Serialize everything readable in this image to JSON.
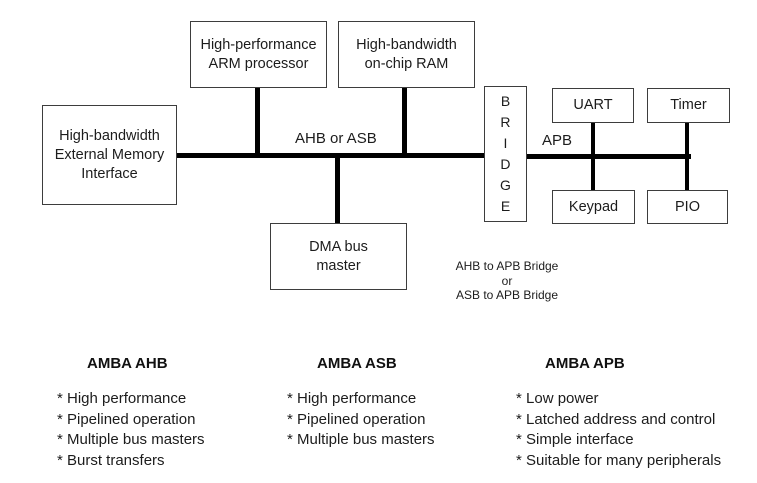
{
  "diagram": {
    "boxes": {
      "arm": "High-performance\nARM processor",
      "ram": "High-bandwidth\non-chip RAM",
      "memory": "High-bandwidth\nExternal Memory\nInterface",
      "dma": "DMA bus\nmaster",
      "bridge": "B\nR\nI\nD\nG\nE",
      "uart": "UART",
      "timer": "Timer",
      "keypad": "Keypad",
      "pio": "PIO"
    },
    "labels": {
      "main_bus": "AHB or ASB",
      "apb_bus": "APB",
      "bridge_note": "AHB to APB Bridge\nor\nASB to APB Bridge"
    },
    "colors": {
      "line": "#000000",
      "box_border": "#3d3d3d",
      "text": "#1c1c1c",
      "background": "#ffffff"
    },
    "columns": [
      {
        "title": "AMBA AHB",
        "items": [
          "* High performance",
          "* Pipelined operation",
          "* Multiple bus masters",
          "* Burst transfers"
        ]
      },
      {
        "title": "AMBA ASB",
        "items": [
          "* High performance",
          "* Pipelined operation",
          "* Multiple bus masters"
        ]
      },
      {
        "title": "AMBA APB",
        "items": [
          "* Low power",
          "* Latched address and control",
          "* Simple interface",
          "* Suitable for many peripherals"
        ]
      }
    ]
  }
}
